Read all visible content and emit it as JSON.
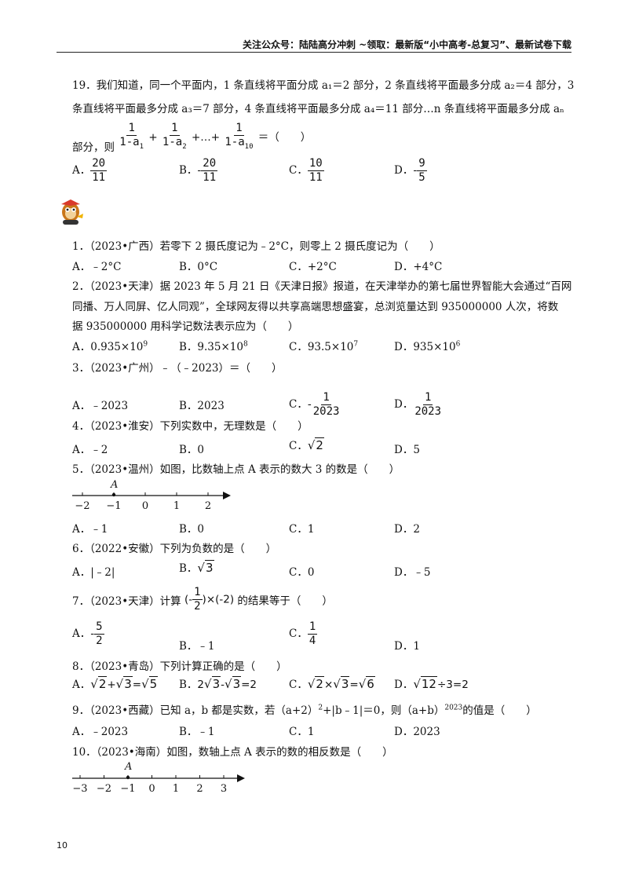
{
  "header": {
    "text": "关注公众号：陆陆高分冲刺 ~领取：最新版“小中高考-总复习”、最新试卷下载"
  },
  "page_number": "10",
  "q19": {
    "line1": "19．我们知道，同一个平面内，1 条直线将平面分成 a₁＝2 部分，2 条直线将平面最多分成 a₂＝4 部分，3",
    "line2": "条直线将平面最多分成 a₃＝7 部分，4 条直线将平面最多分成 a₄＝11 部分…n 条直线将平面最多分成 aₙ",
    "line3_pre": "部分，则",
    "f1_num": "1",
    "f1_den": "1-a",
    "f1_sub": "1",
    "f2_num": "1",
    "f2_den": "1-a",
    "f2_sub": "2",
    "dots": "+…+",
    "plus": "+",
    "f3_num": "1",
    "f3_den": "1-a",
    "f3_sub": "10",
    "line3_post": "＝（　　）",
    "A_label": "A．",
    "A_num": "20",
    "A_den": "11",
    "B_label": "B．",
    "B_sign": "-",
    "B_num": "20",
    "B_den": "11",
    "C_label": "C．",
    "C_num": "10",
    "C_den": "11",
    "D_label": "D．",
    "D_sign": "-",
    "D_num": "9",
    "D_den": "5"
  },
  "questions": {
    "q1": {
      "text": "1．（2023•广西）若零下 2 摄氏度记为﹣2°C，则零上 2 摄氏度记为（　　）",
      "A": "A．﹣2°C",
      "B": "B．0°C",
      "C": "C．+2°C",
      "D": "D．+4°C"
    },
    "q2": {
      "line1": "2．（2023•天津）据 2023 年 5 月 21 日《天津日报》报道，在天津举办的第七届世界智能大会通过“百网",
      "line2": "同播、万人同屏、亿人同观”，全球网友得以共享高端思想盛宴，总浏览量达到 935000000 人次，将数",
      "line3": "据 935000000 用科学记数法表示应为（　　）",
      "A": "A．0.935×10",
      "A_exp": "9",
      "B": "B．9.35×10",
      "B_exp": "8",
      "C": "C．93.5×10",
      "C_exp": "7",
      "D": "D．935×10",
      "D_exp": "6"
    },
    "q3": {
      "text": "3．（2023•广州）﹣（﹣2023）＝（　　）",
      "A": "A．﹣2023",
      "B": "B．2023",
      "C_label": "C．",
      "C_sign": "-",
      "C_num": "1",
      "C_den": "2023",
      "D_label": "D．",
      "D_num": "1",
      "D_den": "2023"
    },
    "q4": {
      "text": "4．（2023•淮安）下列实数中，无理数是（　　）",
      "A": "A．﹣2",
      "B": "B．0",
      "C_label": "C．",
      "C_rad": "2",
      "D": "D．5"
    },
    "q5": {
      "text": "5．（2023•温州）如图，比数轴上点 A 表示的数大 3 的数是（　　）",
      "A": "A．﹣1",
      "B": "B．0",
      "C": "C．1",
      "D": "D．2",
      "axis_point": "A",
      "ticks": [
        "−2",
        "−1",
        "0",
        "1",
        "2"
      ]
    },
    "q6": {
      "text": "6．（2022•安徽）下列为负数的是（　　）",
      "A": "A．|﹣2|",
      "B_label": "B．",
      "B_rad": "3",
      "C": "C．0",
      "D": "D．﹣5"
    },
    "q7": {
      "text_pre": "7．（2023•天津）计算",
      "expr_num": "1",
      "expr_den": "2",
      "expr_open": "(-",
      "expr_close": ")×(-2)",
      "text_post": "的结果等于（　　）",
      "A_label": "A．",
      "A_sign": "-",
      "A_num": "5",
      "A_den": "2",
      "B": "B．﹣1",
      "C_label": "C．",
      "C_num": "1",
      "C_den": "4",
      "D": "D．1"
    },
    "q8": {
      "text": "8．（2023•青岛）下列计算正确的是（　　）",
      "A_label": "A．",
      "A_r1": "2",
      "A_mid": "+",
      "A_r2": "3",
      "A_eq": "=",
      "A_r3": "5",
      "B_label": "B．",
      "B_c": "2",
      "B_r1": "3",
      "B_mid": "-",
      "B_r2": "3",
      "B_eq": "=2",
      "C_label": "C．",
      "C_r1": "2",
      "C_mid": "×",
      "C_r2": "3",
      "C_eq": "=",
      "C_r3": "6",
      "D_label": "D．",
      "D_r1": "12",
      "D_eq": "÷3=2"
    },
    "q9": {
      "text_pre": "9．（2023•西藏）已知 a，b 都是实数，若（a+2）",
      "sup1": "2",
      "text_mid": "+|b﹣1|＝0，则（a+b）",
      "sup2": "2023",
      "text_post": "的值是（　　）",
      "A": "A．﹣2023",
      "B": "B．﹣1",
      "C": "C．1",
      "D": "D．2023"
    },
    "q10": {
      "text": "10．（2023•海南）如图，数轴上点 A 表示的数的相反数是（　　）",
      "axis_point": "A",
      "ticks": [
        "−3",
        "−2",
        "−1",
        "0",
        "1",
        "2",
        "3"
      ]
    }
  }
}
